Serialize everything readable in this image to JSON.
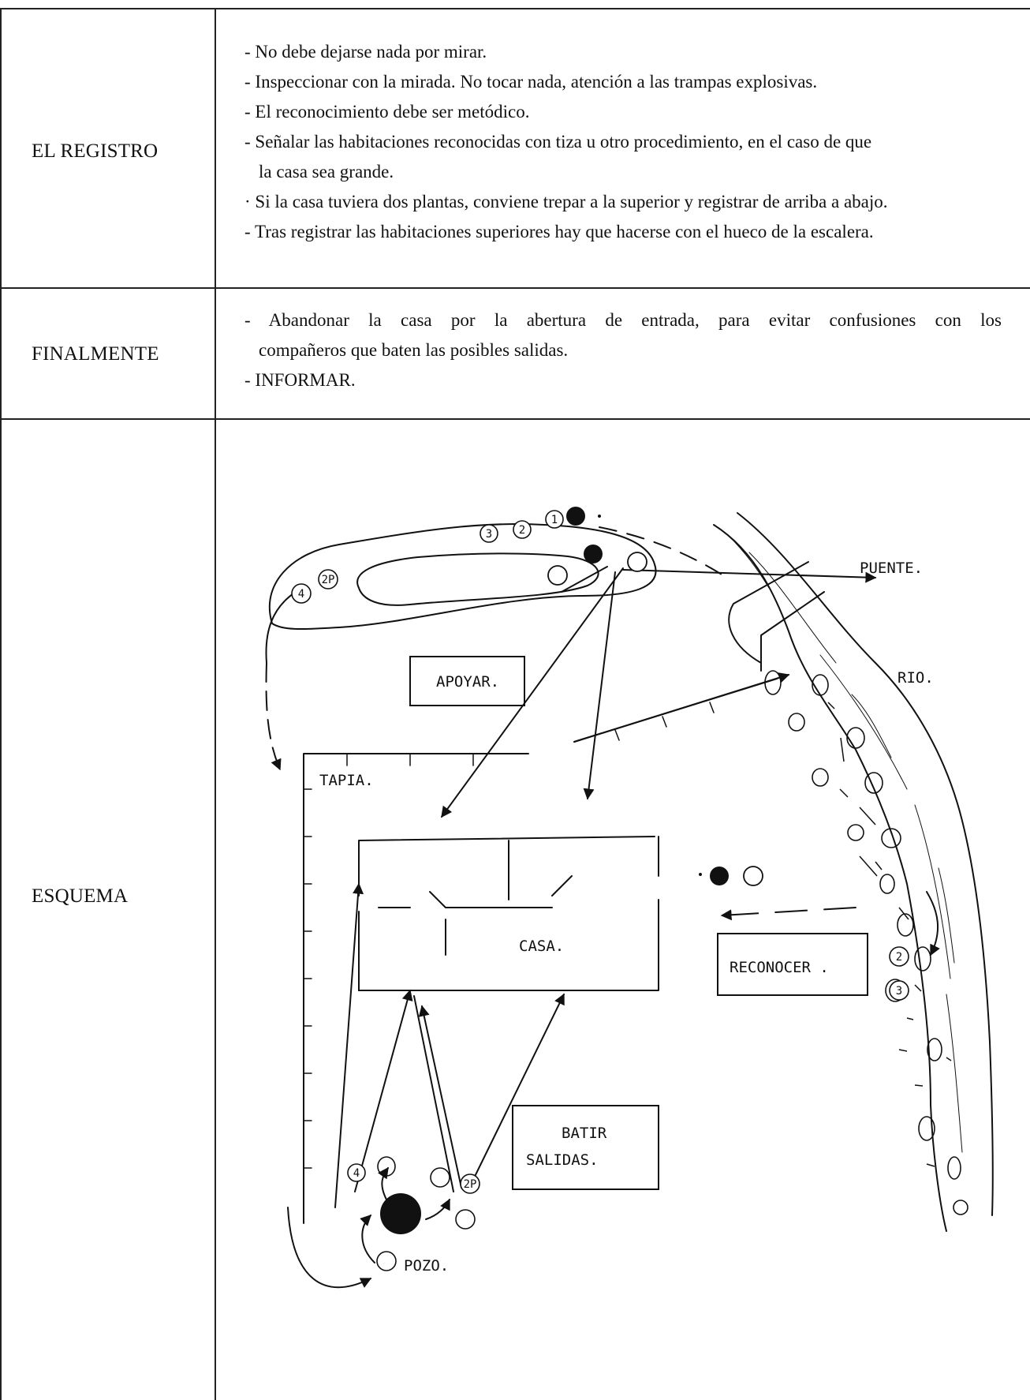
{
  "rows": [
    {
      "label": "EL REGISTRO",
      "lines": [
        "- No debe dejarse nada por mirar.",
        "- Inspeccionar con la mirada. No tocar nada, atención a las trampas explosivas.",
        "- El reconocimiento debe ser metódico.",
        "- Señalar las habitaciones reconocidas con tiza u otro procedimiento, en el caso de que",
        "la casa sea grande.",
        "· Si la casa tuviera dos plantas, conviene trepar a la superior y registrar de arriba a abajo.",
        "- Tras registrar las habitaciones superiores hay que hacerse con el hueco de la escalera."
      ]
    },
    {
      "label": "FINALMENTE",
      "lines": [
        "- Abandonar la casa por la abertura de entrada, para evitar confusiones con los",
        "compañeros que baten las posibles salidas.",
        "- INFORMAR."
      ]
    },
    {
      "label": "ESQUEMA"
    }
  ],
  "diagram": {
    "labels": {
      "puente": "PUENTE.",
      "rio": "RIO.",
      "apoyar": "APOYAR.",
      "tapia": "TAPIA.",
      "casa": "CASA.",
      "reconocer": "RECONOCER .",
      "batir_line1": "BATIR",
      "batir_line2": "SALIDAS.",
      "pozo": "POZO."
    },
    "markers": {
      "m1": "1",
      "m2": "2",
      "m3": "3",
      "m2p": "2P",
      "m4": "4",
      "m4b": "4",
      "m2pb": "2P",
      "m2c": "2",
      "m3c": "3"
    }
  }
}
